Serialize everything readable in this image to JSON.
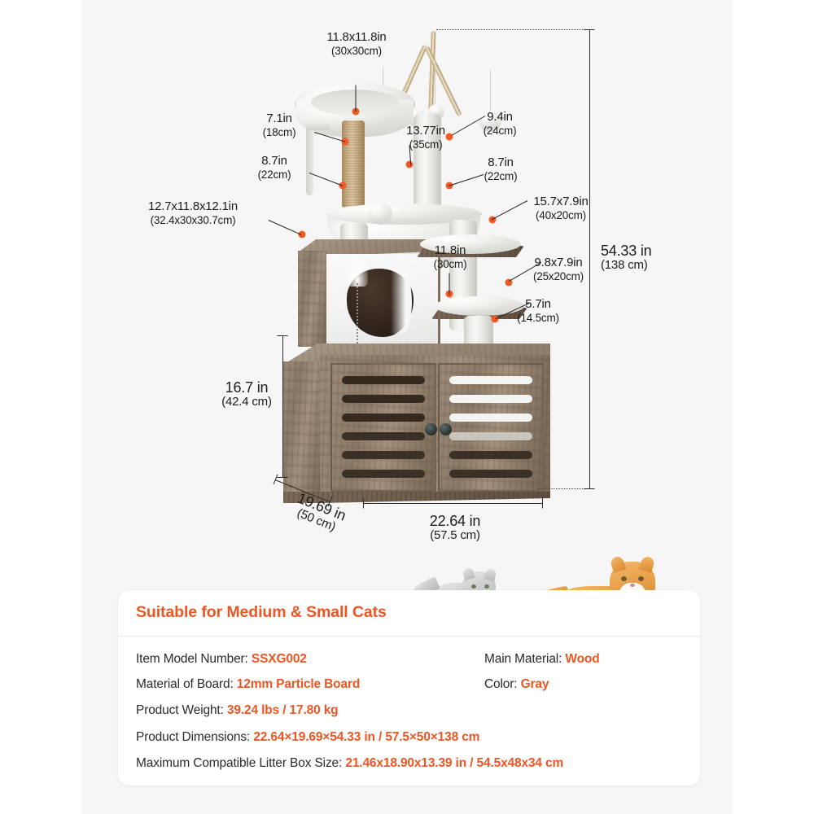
{
  "page": {
    "bg_color": "#ffffff",
    "canvas_color": "#f6f6f6",
    "accent_color": "#ea5724",
    "line_color": "#2a2a2a",
    "dot_color": "#f15a24"
  },
  "callouts": [
    {
      "id": "top-platform",
      "imperial": "11.8x11.8in",
      "metric": "(30x30cm)"
    },
    {
      "id": "sisal-post",
      "imperial": "7.1in",
      "metric": "(18cm)"
    },
    {
      "id": "hammock",
      "imperial": "13.77in",
      "metric": "(35cm)"
    },
    {
      "id": "toy-post",
      "imperial": "9.4in",
      "metric": "(24cm)"
    },
    {
      "id": "left-post",
      "imperial": "8.7in",
      "metric": "(22cm)"
    },
    {
      "id": "right-post",
      "imperial": "8.7in",
      "metric": "(22cm)"
    },
    {
      "id": "condo",
      "imperial": "12.7x11.8x12.1in",
      "metric": "(32.4x30x30.7cm)"
    },
    {
      "id": "upper-perch",
      "imperial": "15.7x7.9in",
      "metric": "(40x20cm)"
    },
    {
      "id": "condo-opening",
      "imperial": "11.8in",
      "metric": "(30cm)"
    },
    {
      "id": "lower-perch",
      "imperial": "9.8x7.9in",
      "metric": "(25x20cm)"
    },
    {
      "id": "base-post",
      "imperial": "5.7in",
      "metric": "(14.5cm)"
    }
  ],
  "overall_dimensions": {
    "height": {
      "imperial": "54.33 in",
      "metric": "(138 cm)"
    },
    "cabinet_height": {
      "imperial": "16.7 in",
      "metric": "(42.4 cm)"
    },
    "depth": {
      "imperial": "19.69 in",
      "metric": "(50 cm)"
    },
    "width": {
      "imperial": "22.64 in",
      "metric": "(57.5 cm)"
    }
  },
  "spec_card": {
    "title": "Suitable for Medium & Small Cats",
    "rows": [
      {
        "label": "Item Model Number: ",
        "value": "SSXG002"
      },
      {
        "label": "Material of Board: ",
        "value": "12mm Particle Board"
      },
      {
        "label": "Product Weight: ",
        "value": "39.24 lbs / 17.80 kg"
      },
      {
        "label": "Main Material: ",
        "value": "Wood"
      },
      {
        "label": "Color: ",
        "value": "Gray"
      },
      {
        "label": "Product Dimensions: ",
        "value": "22.64×19.69×54.33 in / 57.5×50×138 cm"
      },
      {
        "label": "Maximum Compatible Litter Box Size: ",
        "value": "21.46x18.90x13.39 in / 54.5x48x34 cm"
      }
    ]
  }
}
